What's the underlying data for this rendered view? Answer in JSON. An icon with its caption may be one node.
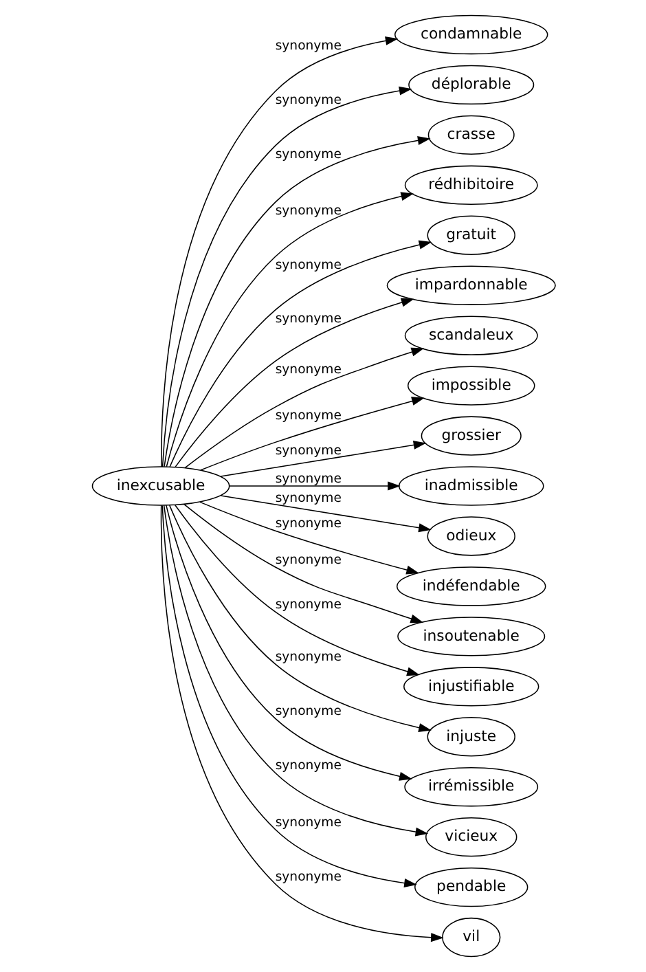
{
  "diagram": {
    "nodes": [
      {
        "text": [
          "inexcusable"
        ]
      },
      {
        "text": [
          "condamnable"
        ]
      },
      {
        "text": [
          "déplorable"
        ]
      },
      {
        "text": [
          "crasse"
        ]
      },
      {
        "text": [
          "rédhibitoire"
        ]
      },
      {
        "text": [
          "gratuit"
        ]
      },
      {
        "text": [
          "impardonnable"
        ]
      },
      {
        "text": [
          "scandaleux"
        ]
      },
      {
        "text": [
          "impossible"
        ]
      },
      {
        "text": [
          "grossier"
        ]
      },
      {
        "text": [
          "inadmissible"
        ]
      },
      {
        "text": [
          "odieux"
        ]
      },
      {
        "text": [
          "indéfendable"
        ]
      },
      {
        "text": [
          "insoutenable"
        ]
      },
      {
        "text": [
          "injustifiable"
        ]
      },
      {
        "text": [
          "injuste"
        ]
      },
      {
        "text": [
          "irrémissible"
        ]
      },
      {
        "text": [
          "vicieux"
        ]
      },
      {
        "text": [
          "pendable"
        ]
      },
      {
        "text": [
          "vil"
        ]
      }
    ],
    "edges": [
      {
        "from": 0,
        "to": 1,
        "arrow": "to",
        "label": "synonyme"
      },
      {
        "from": 0,
        "to": 2,
        "arrow": "to",
        "label": "synonyme"
      },
      {
        "from": 0,
        "to": 3,
        "arrow": "to",
        "label": "synonyme"
      },
      {
        "from": 0,
        "to": 4,
        "arrow": "to",
        "label": "synonyme"
      },
      {
        "from": 0,
        "to": 5,
        "arrow": "to",
        "label": "synonyme"
      },
      {
        "from": 0,
        "to": 6,
        "arrow": "to",
        "label": "synonyme"
      },
      {
        "from": 0,
        "to": 7,
        "arrow": "to",
        "label": "synonyme"
      },
      {
        "from": 0,
        "to": 8,
        "arrow": "to",
        "label": "synonyme"
      },
      {
        "from": 0,
        "to": 9,
        "arrow": "to",
        "label": "synonyme"
      },
      {
        "from": 0,
        "to": 10,
        "arrow": "to",
        "label": "synonyme"
      },
      {
        "from": 0,
        "to": 11,
        "arrow": "to",
        "label": "synonyme"
      },
      {
        "from": 0,
        "to": 12,
        "arrow": "to",
        "label": "synonyme"
      },
      {
        "from": 0,
        "to": 13,
        "arrow": "to",
        "label": "synonyme"
      },
      {
        "from": 0,
        "to": 14,
        "arrow": "to",
        "label": "synonyme"
      },
      {
        "from": 0,
        "to": 15,
        "arrow": "to",
        "label": "synonyme"
      },
      {
        "from": 0,
        "to": 16,
        "arrow": "to",
        "label": "synonyme"
      },
      {
        "from": 0,
        "to": 17,
        "arrow": "to",
        "label": "synonyme"
      },
      {
        "from": 0,
        "to": 18,
        "arrow": "to",
        "label": "synonyme"
      },
      {
        "from": 0,
        "to": 19,
        "arrow": "to",
        "label": "synonyme"
      }
    ]
  }
}
